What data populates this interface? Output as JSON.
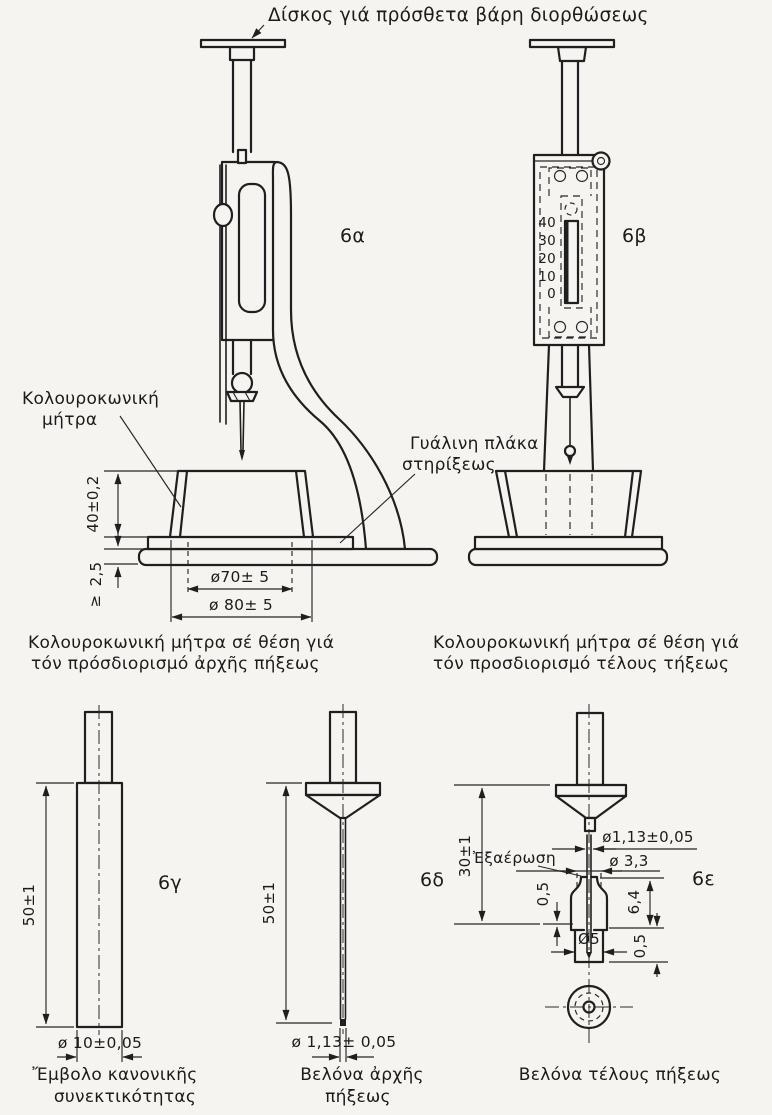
{
  "annotations": {
    "disc_label": "Δίσκος γιά πρόσθετα βάρη διορθώσεως",
    "mold_label_1": "Κολουροκωνική",
    "mold_label_2": "μήτρα",
    "glass_label_1": "Γυάλινη πλάκα",
    "glass_label_2": "στηρίξεως"
  },
  "view_6a": {
    "id": "6α",
    "caption_1": "Κολουροκωνική μήτρα σέ θέση γιά",
    "caption_2": "τόν πρόσδιορισμό ἀρχῆς πήξεως",
    "dim_height": "40±0,2",
    "dim_min": "≥",
    "dim_plate": "2,5",
    "dim_d70": "ø70± 5",
    "dim_d80": "ø 80± 5"
  },
  "view_6b": {
    "id": "6β",
    "caption_1": "Κολουροκωνική μήτρα σέ θέση γιά",
    "caption_2": "τόν προσδιορισμό τέλους τήξεως",
    "scale": [
      "40",
      "30",
      "20",
      "10",
      "0"
    ]
  },
  "view_6c": {
    "id": "6γ",
    "caption_1": "Ἔμβολο κανονικῆς",
    "caption_2": "συνεκτικότητας",
    "dim_length": "50±1",
    "dim_diameter": "ø 10±0,05"
  },
  "view_6d": {
    "id": "6δ",
    "caption_1": "Βελόνα ἀρχῆς",
    "caption_2": "πήξεως",
    "dim_length": "50±1",
    "dim_diameter": "ø 1,13± 0,05"
  },
  "view_6e": {
    "id": "6ε",
    "caption": "Βελόνα τέλους πήξεως",
    "dim_length": "30±1",
    "dim_needle": "ø1,13±0,05",
    "vent_label": "Ἐξαέρωση",
    "dim_hole": "ø 3,3",
    "dim_gap_left": "0,5",
    "dim_body": "6,4",
    "dim_attachment": "Ø5",
    "dim_gap_right": "0,5"
  }
}
